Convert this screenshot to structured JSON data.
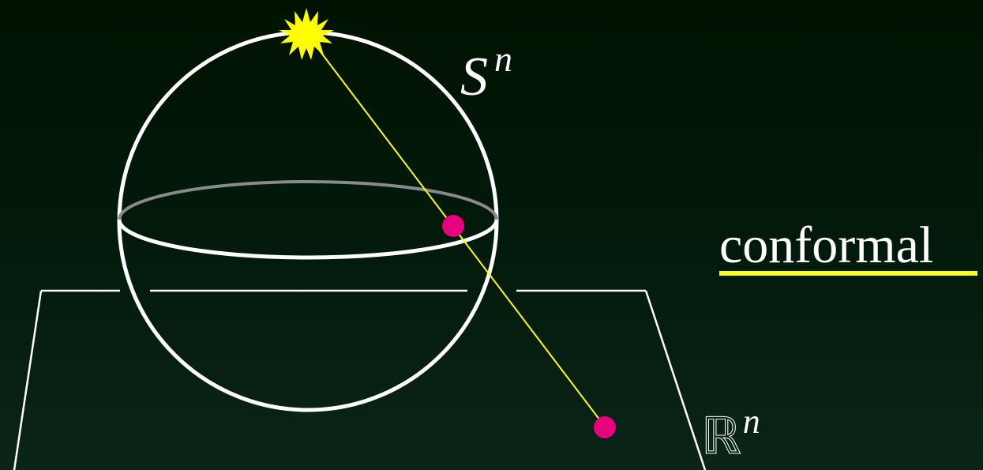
{
  "sphere_label": {
    "base": "S",
    "exponent": "n"
  },
  "plane_label": {
    "base": "ℝ",
    "exponent": "n"
  },
  "property_word": "conformal",
  "colors": {
    "background": "#011200",
    "outline": "#ffffff",
    "equator_back": "#8a8a8a",
    "projection_ray": "#ffff00",
    "pole_star": "#ffff00",
    "points": "#e6007e",
    "underline": "#ffff1a"
  },
  "icons": {
    "north_pole": "star-burst-icon",
    "points": "dot"
  }
}
